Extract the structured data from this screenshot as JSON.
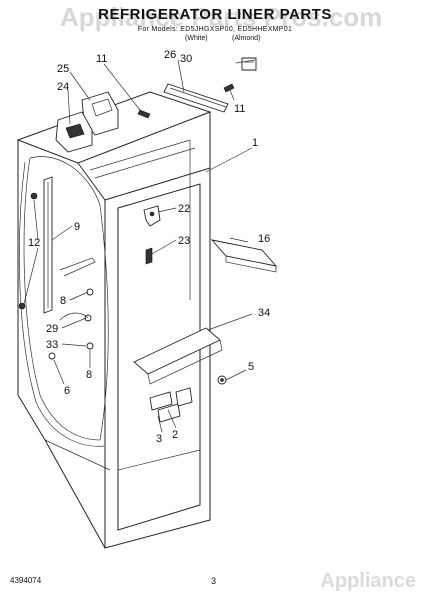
{
  "header": {
    "title": "REFRIGERATOR LINER PARTS",
    "watermark": "Appliance Parts Pros.com",
    "subtitle": "For Models: ED5JHGXSP00, ED5HHEXMP01",
    "variant_left": "(White)",
    "variant_right": "(Almond)"
  },
  "callouts": [
    {
      "id": "c30",
      "label": "30"
    },
    {
      "id": "c26",
      "label": "26"
    },
    {
      "id": "c11a",
      "label": "11"
    },
    {
      "id": "c25",
      "label": "25"
    },
    {
      "id": "c24",
      "label": "24"
    },
    {
      "id": "c11b",
      "label": "11"
    },
    {
      "id": "c1",
      "label": "1"
    },
    {
      "id": "c22",
      "label": "22"
    },
    {
      "id": "c23",
      "label": "23"
    },
    {
      "id": "c16",
      "label": "16"
    },
    {
      "id": "c9",
      "label": "9"
    },
    {
      "id": "c12",
      "label": "12"
    },
    {
      "id": "c8a",
      "label": "8"
    },
    {
      "id": "c34",
      "label": "34"
    },
    {
      "id": "c29",
      "label": "29"
    },
    {
      "id": "c33",
      "label": "33"
    },
    {
      "id": "c8b",
      "label": "8"
    },
    {
      "id": "c5",
      "label": "5"
    },
    {
      "id": "c6",
      "label": "6"
    },
    {
      "id": "c2",
      "label": "2"
    },
    {
      "id": "c3",
      "label": "3"
    }
  ],
  "footer": {
    "doc_number": "4394074",
    "page_number": "3",
    "watermark": "Appliance"
  }
}
